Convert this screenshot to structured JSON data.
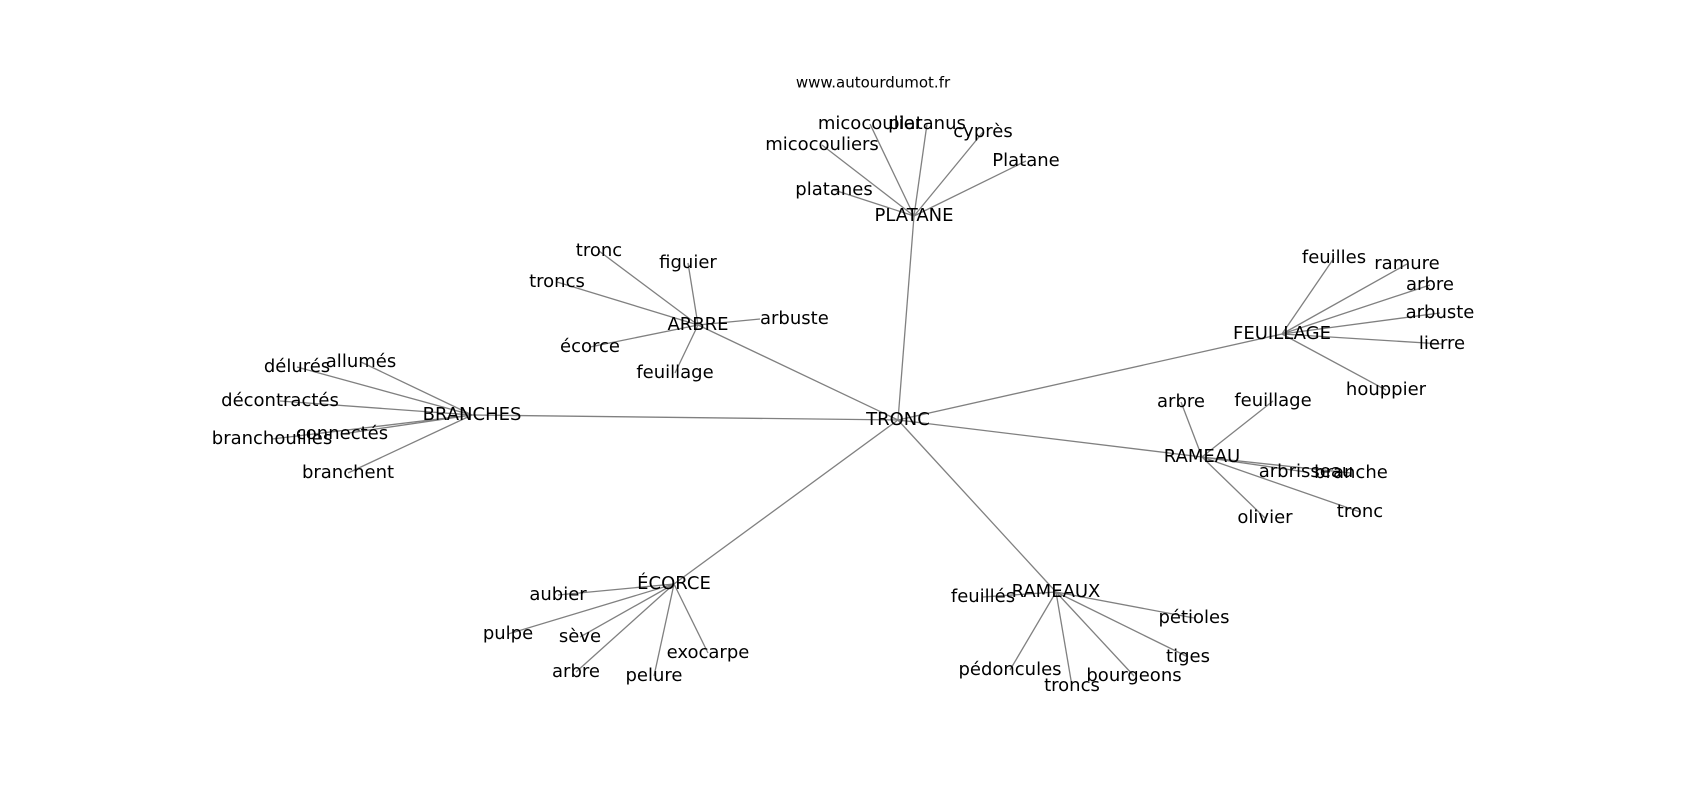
{
  "site": "www.autourdumot.fr",
  "edge_color": "#808080",
  "text_color": "#000000",
  "graph": {
    "root": "TRONC",
    "branches": [
      {
        "label": "PLATANE",
        "leaves": [
          "micocoulier",
          "platanus",
          "micocouliers",
          "cyprès",
          "Platane",
          "platanes"
        ]
      },
      {
        "label": "ARBRE",
        "leaves": [
          "tronc",
          "troncs",
          "figuier",
          "arbuste",
          "écorce",
          "feuillage"
        ]
      },
      {
        "label": "FEUILLAGE",
        "leaves": [
          "feuilles",
          "ramure",
          "arbre",
          "arbuste",
          "lierre",
          "houppier"
        ]
      },
      {
        "label": "BRANCHES",
        "leaves": [
          "délurés",
          "allumés",
          "décontractés",
          "connectés",
          "branchouilles",
          "branchent"
        ]
      },
      {
        "label": "RAMEAU",
        "leaves": [
          "arbre",
          "feuillage",
          "arbrisseau",
          "branche",
          "olivier",
          "tronc"
        ]
      },
      {
        "label": "ÉCORCE",
        "leaves": [
          "aubier",
          "pulpe",
          "sève",
          "arbre",
          "pelure",
          "exocarpe"
        ]
      },
      {
        "label": "RAMEAUX",
        "leaves": [
          "feuillés",
          "pétioles",
          "tiges",
          "pédoncules",
          "troncs",
          "bourgeons"
        ]
      }
    ]
  }
}
